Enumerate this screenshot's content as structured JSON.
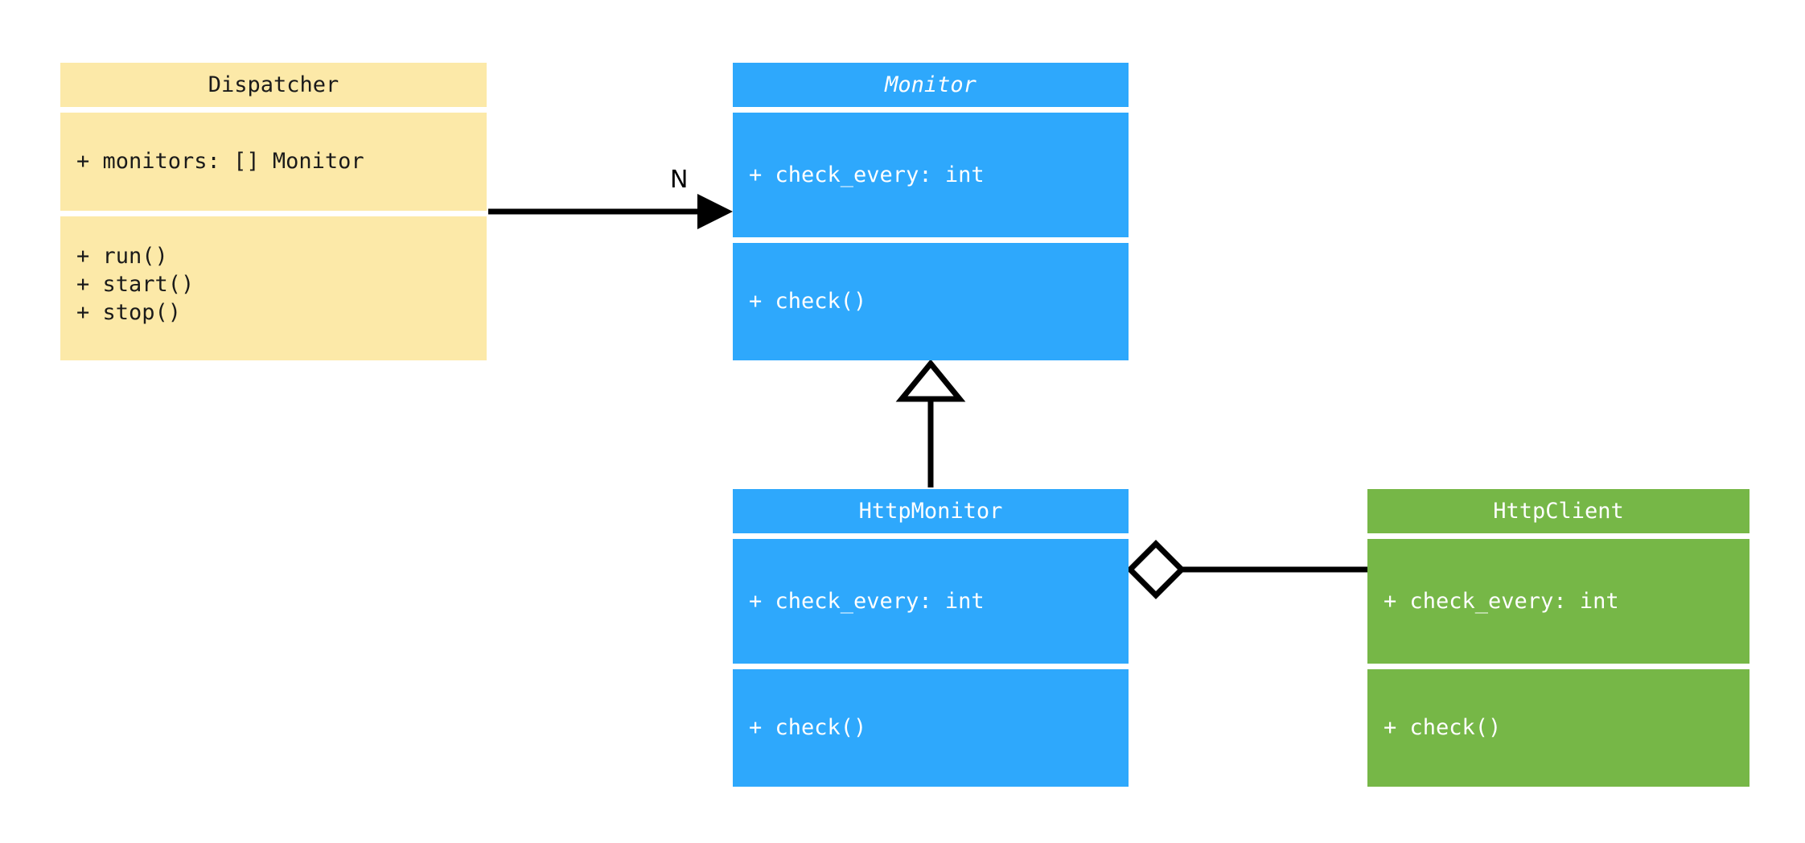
{
  "diagram": {
    "kind": "uml-class-diagram",
    "background": "#ffffff",
    "colors": {
      "dispatcher_fill": "#fce9a8",
      "monitor_fill": "#2ea8fc",
      "httpmonitor_fill": "#2ea8fc",
      "httpclient_fill": "#76b747",
      "edge_stroke": "#000000",
      "dark_text": "#1a1a1a",
      "light_text": "#ffffff"
    }
  },
  "classes": {
    "dispatcher": {
      "name": "Dispatcher",
      "abstract": false,
      "attributes": [
        "+ monitors: [] Monitor"
      ],
      "methods": [
        "+ run()",
        "+ start()",
        "+ stop()"
      ]
    },
    "monitor": {
      "name": "Monitor",
      "abstract": true,
      "attributes": [
        "+ check_every: int"
      ],
      "methods": [
        "+ check()"
      ]
    },
    "http_monitor": {
      "name": "HttpMonitor",
      "abstract": false,
      "attributes": [
        "+ check_every: int"
      ],
      "methods": [
        "+ check()"
      ]
    },
    "http_client": {
      "name": "HttpClient",
      "abstract": false,
      "attributes": [
        "+ check_every: int"
      ],
      "methods": [
        "+ check()"
      ]
    }
  },
  "relationships": {
    "dispatcher_to_monitor": {
      "type": "association",
      "source": "Dispatcher",
      "target": "Monitor",
      "multiplicity_label": "N",
      "arrow": "open-filled-arrow"
    },
    "httpmonitor_inherits_monitor": {
      "type": "generalization",
      "source": "HttpMonitor",
      "target": "Monitor",
      "arrow": "hollow-triangle"
    },
    "httpmonitor_aggregates_httpclient": {
      "type": "aggregation",
      "source": "HttpMonitor",
      "target": "HttpClient",
      "arrow": "hollow-diamond"
    }
  }
}
